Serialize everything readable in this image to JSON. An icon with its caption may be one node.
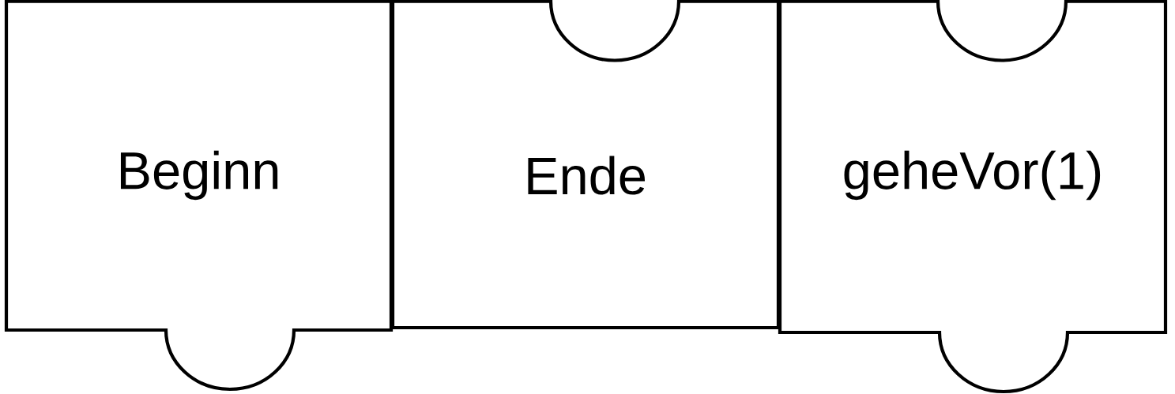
{
  "diagram": {
    "nodes": [
      {
        "text": [
          "Beginn"
        ]
      },
      {
        "text": [
          "Ende"
        ]
      },
      {
        "text": [
          "geheVor(1)"
        ]
      }
    ]
  }
}
